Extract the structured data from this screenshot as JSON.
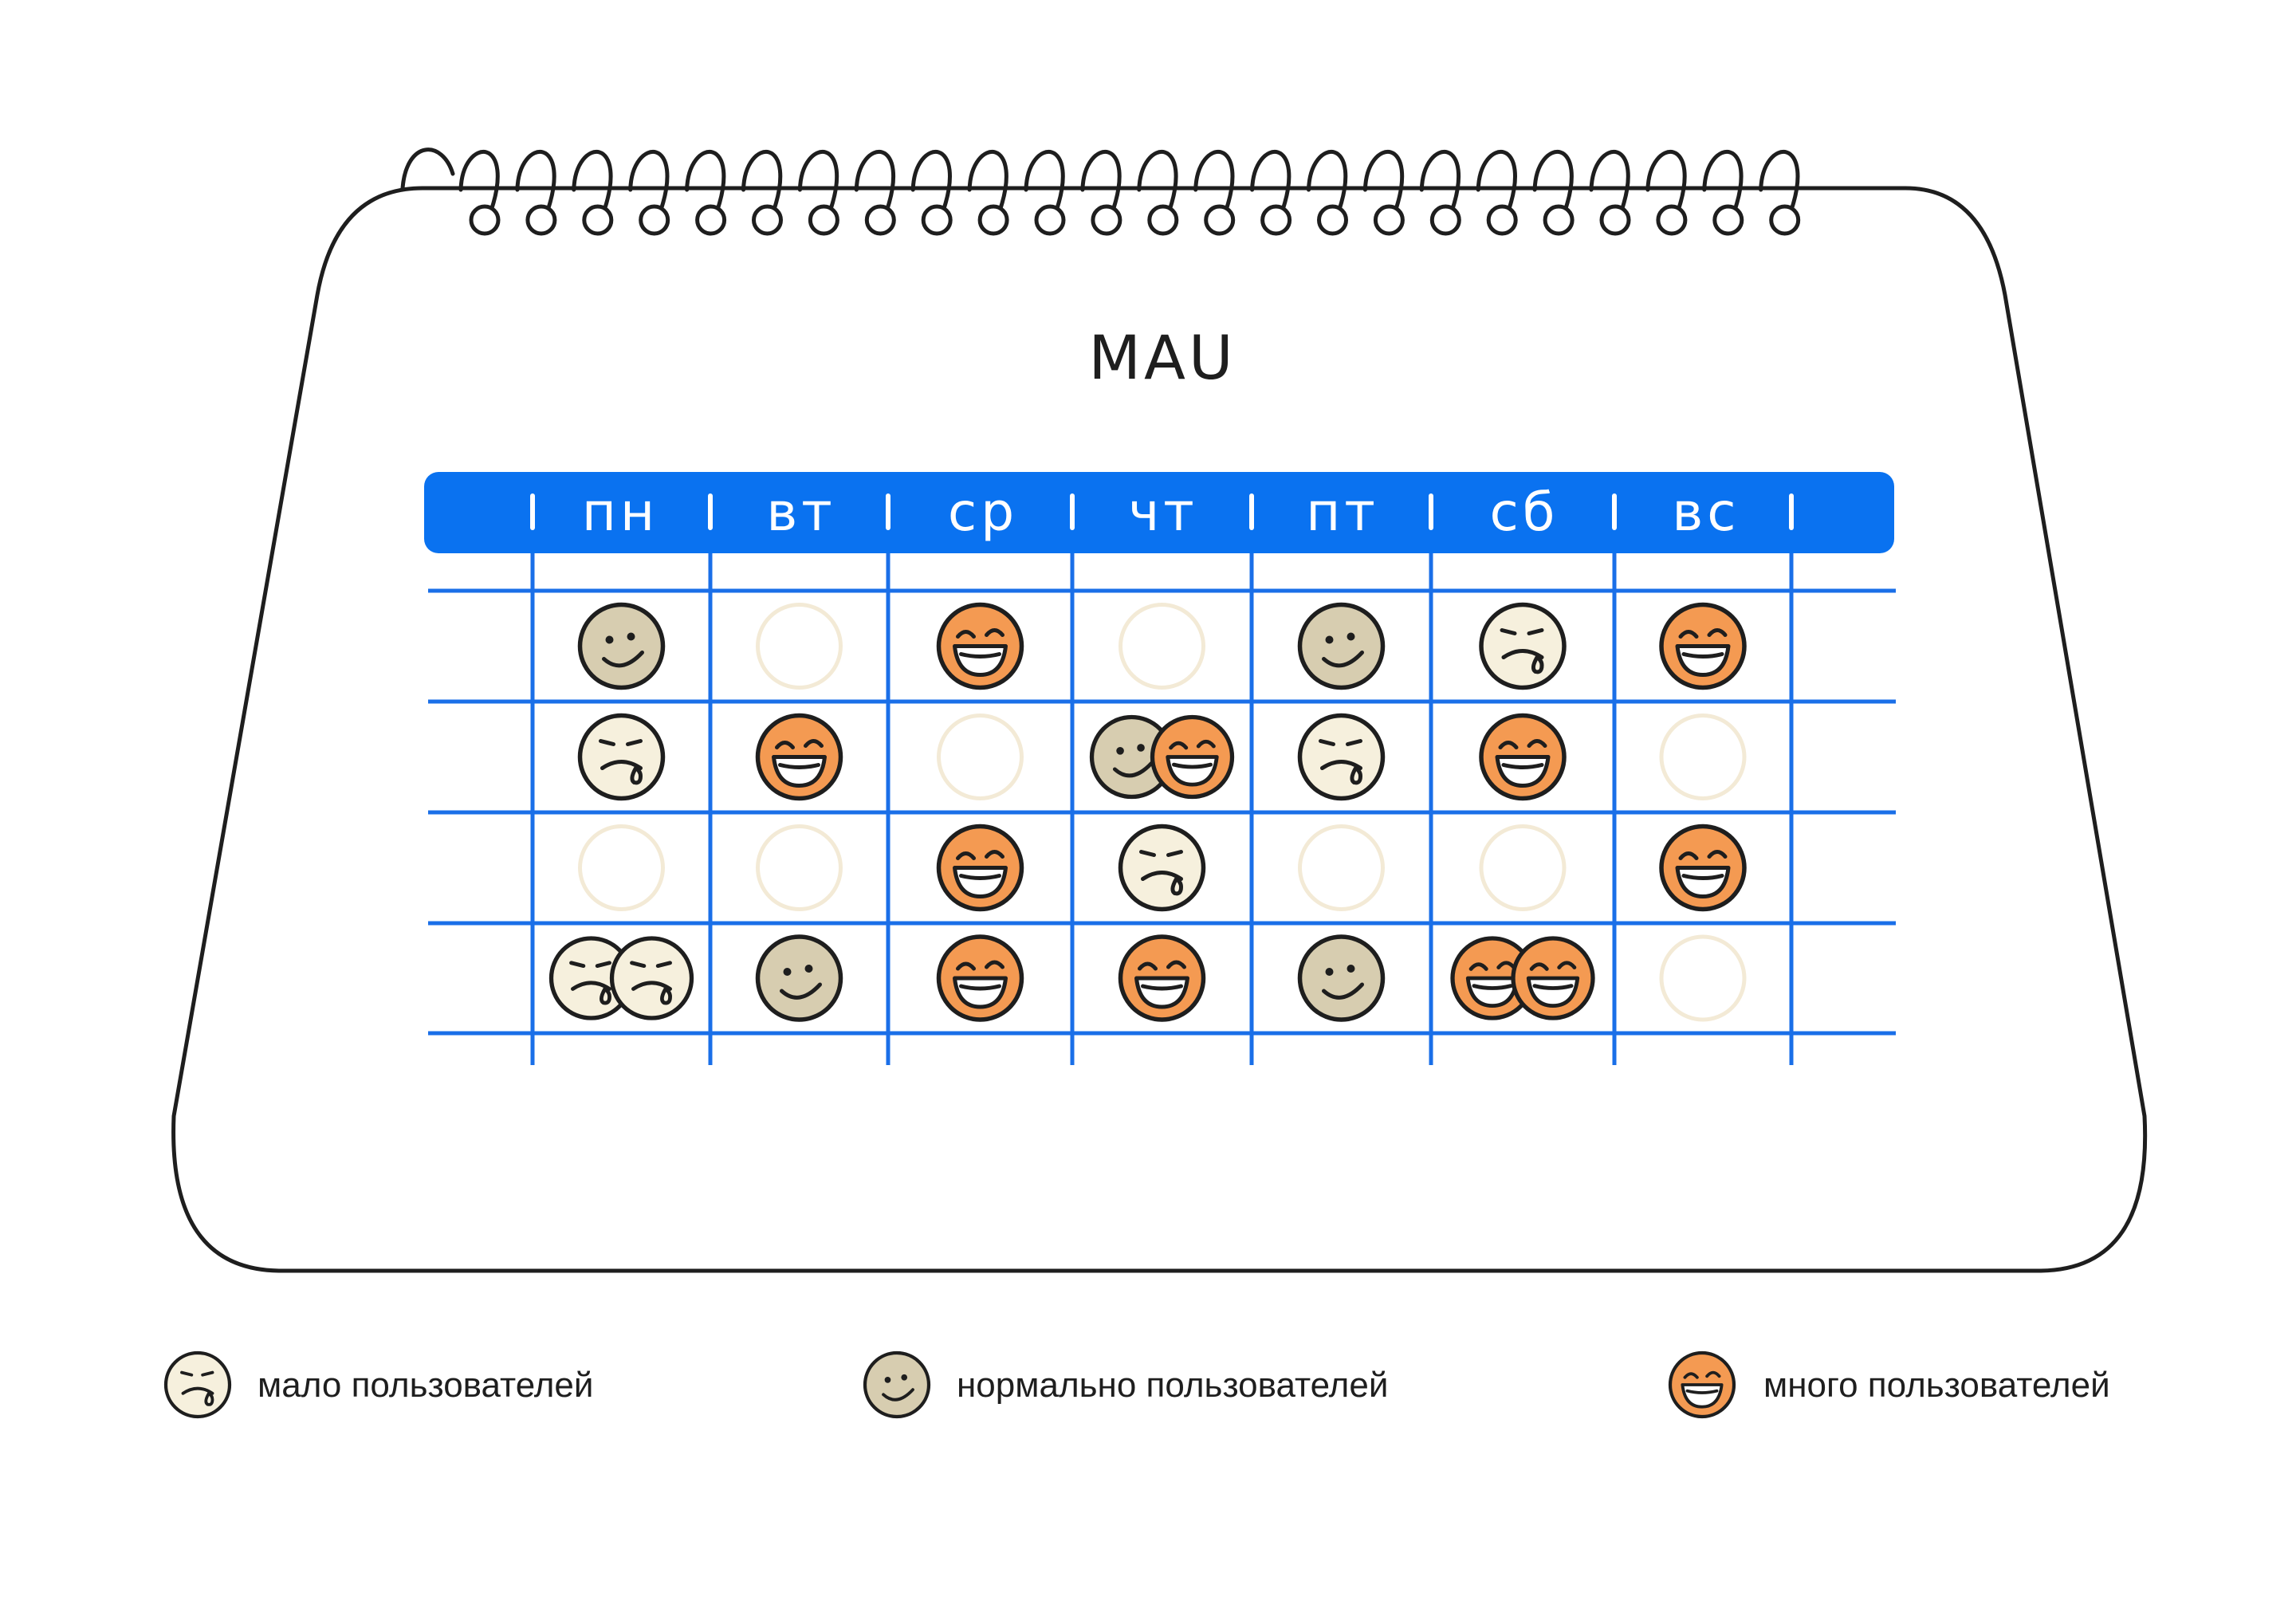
{
  "title": "MAU",
  "days": [
    "пн",
    "вт",
    "ср",
    "чт",
    "пт",
    "сб",
    "вс"
  ],
  "grid": [
    [
      [
        "normal"
      ],
      [],
      [
        "many"
      ],
      [],
      [
        "normal"
      ],
      [
        "few"
      ],
      [
        "many"
      ]
    ],
    [
      [
        "few"
      ],
      [
        "many"
      ],
      [],
      [
        "normal",
        "many"
      ],
      [
        "few"
      ],
      [
        "many"
      ],
      []
    ],
    [
      [],
      [],
      [
        "many"
      ],
      [
        "few"
      ],
      [],
      [],
      [
        "many"
      ]
    ],
    [
      [
        "few",
        "few"
      ],
      [
        "normal"
      ],
      [
        "many"
      ],
      [
        "many"
      ],
      [
        "normal"
      ],
      [
        "many",
        "many"
      ],
      []
    ]
  ],
  "legend": [
    {
      "type": "few",
      "label": "мало пользователей"
    },
    {
      "type": "normal",
      "label": "нормально пользователей"
    },
    {
      "type": "many",
      "label": "много пользователей"
    }
  ],
  "colors": {
    "header": "#0a72f0",
    "grid": "#1a6fe8",
    "outline": "#1e1e1e",
    "few": "#f6f0dd",
    "normal": "#d7cdb0",
    "many": "#f49a52",
    "empty": "#f3ead6"
  }
}
